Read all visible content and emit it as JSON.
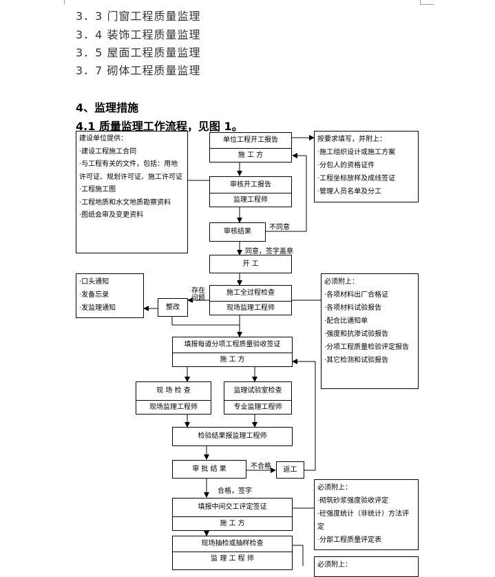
{
  "sections": [
    "3．3 门窗工程质量监理",
    "3．4 装饰工程质量监理",
    "3．5 屋面工程质量监理",
    "3．7 砌体工程质量监理"
  ],
  "heading4": "4、监理措施",
  "heading41": "4.1 质量监理工作流程，见图 1。",
  "flow": {
    "kaigong_report": [
      "单位工程开工报告",
      "施 工 方"
    ],
    "shenhe_report": [
      "审核开工报告",
      "监理工程师"
    ],
    "shenhe_result": "审核结果",
    "kaigong": "开 工",
    "quanguocheng": [
      "施工全过程检查",
      "现场监理工程师"
    ],
    "fenxiang": [
      "填报每道分项工程质量验收签证",
      "施 工 方"
    ],
    "xianchang_jiancha": [
      "现 场 检 查",
      "现场监理工程师"
    ],
    "jianli_shiyan": [
      "监理试验室检查",
      "专业监理工程师"
    ],
    "jianyan_result": "检验结果报监理工程师",
    "shenpi_result": "审 批 结 果",
    "fangong": "返工",
    "zhongjian": [
      "填报中间交工评定签证",
      "施 工 方"
    ],
    "choujian": [
      "现场抽检或抽样检查",
      "监 理 工 程 师"
    ],
    "zhenggai": "整改",
    "lbl_butongyi": "不同意",
    "lbl_tongyi": "同意，签字盖章",
    "lbl_cunzai": [
      "存在",
      "问题"
    ],
    "lbl_buhege": "不合格",
    "lbl_hege": "合格，签字",
    "jianshe_list": [
      "建设单位提供：",
      "·建设工程施工合同",
      "·与工程有关的文件，包括：用地许可证、规划许可证、施工许可证",
      "·工程施工图",
      "·工程地质和水文地质勘察资料",
      "·图纸会审及变更资料"
    ],
    "anyaoqiu_list": [
      "按要求填写，并附上：",
      "·施工组织设计或施工方案",
      "·分包人的资格证件",
      "·工程坐标放样及成线签证",
      "·管理人员名单及分工"
    ],
    "tongzhi_list": [
      "·口头通知",
      "·发备忘录",
      "·发监理通知"
    ],
    "bixu_list1": [
      "必须附上：",
      "·各项材料出厂合格证",
      "·各项材料试验报告",
      "·配合比通知单",
      "·强度和抗渗试验报告",
      "·分项工程质量检验评定报告",
      "·其它检测和试验报告"
    ],
    "bixu_list2": [
      "必须附上：",
      "·砌筑砂浆强度验收评定",
      "·砼强度统计（非统计）方法评定",
      "·分部工程质量评定表"
    ],
    "bixu_list3": [
      "必须附上："
    ]
  }
}
